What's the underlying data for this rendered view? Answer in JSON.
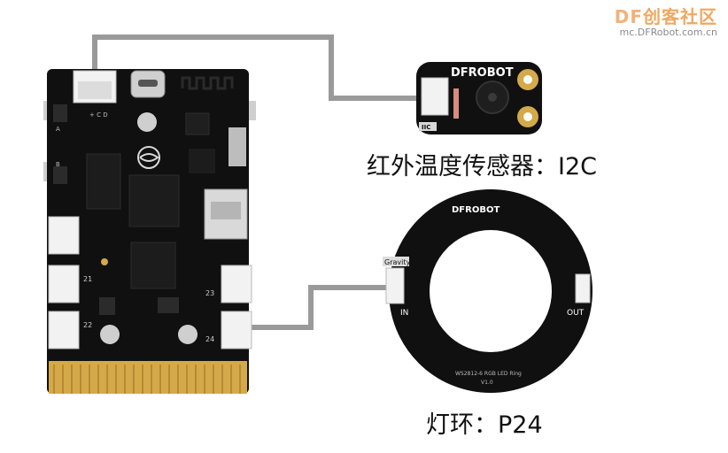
{
  "watermark": {
    "brand_prefix": "DF",
    "brand": "创客社区",
    "url": "mc.DFRobot.com.cn"
  },
  "board": {
    "left_edge_labels": [
      "A",
      "B"
    ],
    "port_pin_label": "+ C D",
    "port_labels": {
      "p21": "21",
      "p22": "22",
      "p23": "23",
      "p24": "24"
    }
  },
  "temperature_sensor": {
    "brand": "DFROBOT",
    "interface_tag": "IIC"
  },
  "led_ring": {
    "brand": "DFROBOT",
    "gravity_tag": "Gravity",
    "in_label": "IN",
    "out_label": "OUT",
    "model_text": "WS2812-6 RGB LED Ring",
    "version_text": "V1.0"
  },
  "captions": {
    "sensor": "红外温度传感器：I2C",
    "ring": "灯环：P24"
  },
  "colors": {
    "wire": "#9a9a9a",
    "pcb": "#101010",
    "gold": "#d4a94a",
    "watermark": "#f0a860"
  }
}
